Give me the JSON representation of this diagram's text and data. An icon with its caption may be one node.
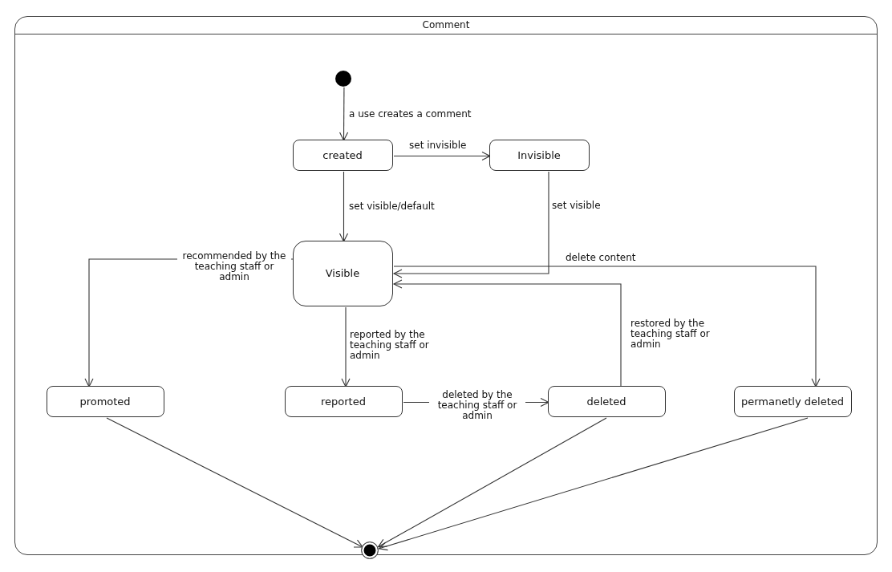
{
  "diagram": {
    "nodes": [
      {
        "text": [
          "Comment"
        ]
      },
      {
        "text": [],
        "shape": "circle",
        "in": 0
      },
      {
        "text": [
          "created"
        ],
        "in": 0
      },
      {
        "text": [
          "Invisible"
        ],
        "in": 0
      },
      {
        "text": [
          "Visible"
        ],
        "in": 0
      },
      {
        "text": [
          "promoted"
        ],
        "in": 0
      },
      {
        "text": [
          "reported"
        ],
        "in": 0
      },
      {
        "text": [
          "deleted"
        ],
        "in": 0
      },
      {
        "text": [
          "permanetly deleted"
        ],
        "in": 0
      },
      {
        "text": [],
        "shape": "circle",
        "in": 0
      }
    ],
    "edges": [
      {
        "from": 1,
        "to": 2,
        "arrow": "to",
        "label": "a use creates a comment"
      },
      {
        "from": 2,
        "to": 3,
        "arrow": "to",
        "label": "set invisible"
      },
      {
        "from": 2,
        "to": 4,
        "arrow": "to",
        "label": "set visible/default"
      },
      {
        "from": 3,
        "to": 4,
        "arrow": "to",
        "label": "set visible"
      },
      {
        "from": 4,
        "to": 5,
        "arrow": "to",
        "label": "recommended by the teaching staff or admin"
      },
      {
        "from": 4,
        "to": 8,
        "arrow": "to",
        "label": "delete content"
      },
      {
        "from": 4,
        "to": 6,
        "arrow": "to",
        "label": "reported by the teaching staff or admin"
      },
      {
        "from": 6,
        "to": 7,
        "arrow": "to",
        "label": "deleted by the teaching staff or admin"
      },
      {
        "from": 7,
        "to": 4,
        "arrow": "to",
        "label": "restored by the teaching staff or admin"
      },
      {
        "from": 5,
        "to": 9,
        "arrow": "to"
      },
      {
        "from": 7,
        "to": 9,
        "arrow": "to"
      },
      {
        "from": 8,
        "to": 9,
        "arrow": "to"
      }
    ]
  }
}
